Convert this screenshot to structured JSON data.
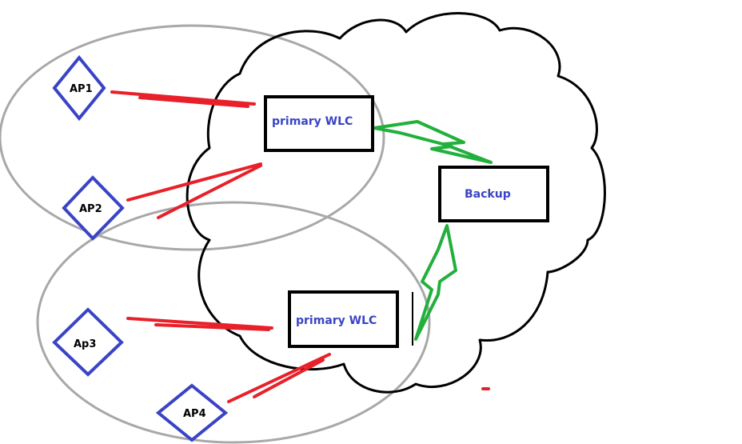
{
  "diagram": {
    "access_points": [
      {
        "id": "ap1",
        "label": "AP1"
      },
      {
        "id": "ap2",
        "label": "AP2"
      },
      {
        "id": "ap3",
        "label": "Ap3"
      },
      {
        "id": "ap4",
        "label": "AP4"
      }
    ],
    "controllers": [
      {
        "id": "primary1",
        "label": "primary WLC"
      },
      {
        "id": "backup",
        "label": "Backup"
      },
      {
        "id": "primary2",
        "label": "primary WLC"
      }
    ],
    "colors": {
      "ap_outline": "#3a44c4",
      "controller_label": "#3a44c4",
      "cloud": "#000000",
      "coverage": "#a8a8a8",
      "ap_link": "#e8202a",
      "backup_link": "#22b03c"
    }
  }
}
